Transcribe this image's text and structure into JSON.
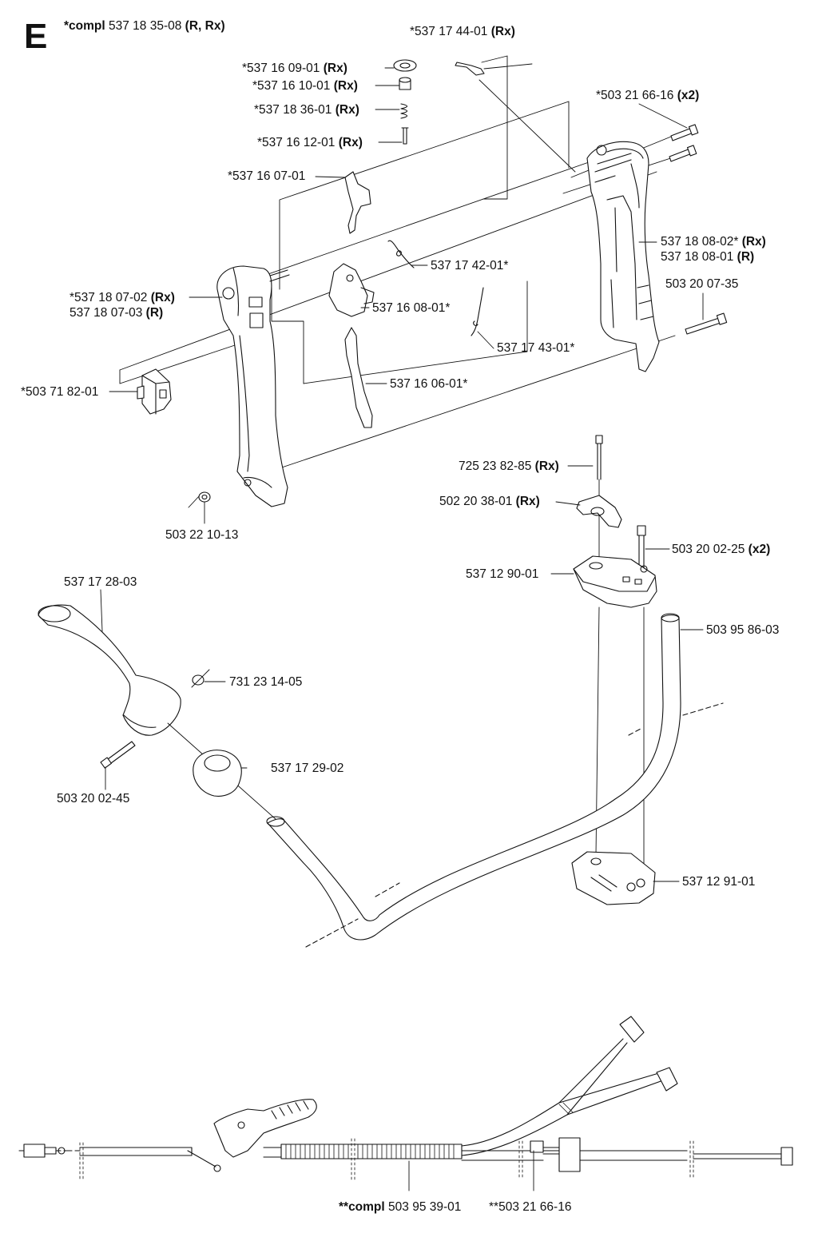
{
  "section": "E",
  "title": {
    "prefix": "*compl",
    "number": "537 18 35-08",
    "suffix": "(R, Rx)"
  },
  "parts": [
    {
      "id": "p01",
      "pre": "*",
      "num": "537 17 44-01",
      "suf": "(Rx)"
    },
    {
      "id": "p02",
      "pre": "*",
      "num": "537 16 09-01",
      "suf": "(Rx)"
    },
    {
      "id": "p03",
      "pre": "*",
      "num": "537 16 10-01",
      "suf": "(Rx)"
    },
    {
      "id": "p04",
      "pre": "*",
      "num": "537 18 36-01",
      "suf": "(Rx)"
    },
    {
      "id": "p05",
      "pre": "*",
      "num": "537 16 12-01",
      "suf": "(Rx)"
    },
    {
      "id": "p06",
      "pre": "*",
      "num": "503 21 66-16",
      "suf": "(x2)"
    },
    {
      "id": "p07",
      "pre": "*",
      "num": "537 16 07-01",
      "suf": ""
    },
    {
      "id": "p08",
      "pre": "",
      "num": "537 18 08-02*",
      "suf": "(Rx)"
    },
    {
      "id": "p09",
      "pre": "",
      "num": "537 18 08-01",
      "suf": "(R)"
    },
    {
      "id": "p10",
      "pre": "",
      "num": "537 17 42-01*",
      "suf": ""
    },
    {
      "id": "p11",
      "pre": "*",
      "num": "537 18 07-02",
      "suf": "(Rx)"
    },
    {
      "id": "p12",
      "pre": "",
      "num": "537 18 07-03",
      "suf": "(R)"
    },
    {
      "id": "p13",
      "pre": "",
      "num": "537 16 08-01*",
      "suf": ""
    },
    {
      "id": "p14",
      "pre": "",
      "num": "503 20 07-35",
      "suf": ""
    },
    {
      "id": "p15",
      "pre": "",
      "num": "537 17 43-01*",
      "suf": ""
    },
    {
      "id": "p16",
      "pre": "*",
      "num": "503 71 82-01",
      "suf": ""
    },
    {
      "id": "p17",
      "pre": "",
      "num": "537 16 06-01*",
      "suf": ""
    },
    {
      "id": "p18",
      "pre": "",
      "num": "725 23 82-85",
      "suf": "(Rx)"
    },
    {
      "id": "p19",
      "pre": "",
      "num": "502 20 38-01",
      "suf": "(Rx)"
    },
    {
      "id": "p20",
      "pre": "",
      "num": "503 22 10-13",
      "suf": ""
    },
    {
      "id": "p21",
      "pre": "",
      "num": "503 20 02-25",
      "suf": "(x2)"
    },
    {
      "id": "p22",
      "pre": "",
      "num": "537 12 90-01",
      "suf": ""
    },
    {
      "id": "p23",
      "pre": "",
      "num": "537 17 28-03",
      "suf": ""
    },
    {
      "id": "p24",
      "pre": "",
      "num": "503 95 86-03",
      "suf": ""
    },
    {
      "id": "p25",
      "pre": "",
      "num": "731 23 14-05",
      "suf": ""
    },
    {
      "id": "p26",
      "pre": "",
      "num": "537 17 29-02",
      "suf": ""
    },
    {
      "id": "p27",
      "pre": "",
      "num": "503 20 02-45",
      "suf": ""
    },
    {
      "id": "p28",
      "pre": "",
      "num": "537 12 91-01",
      "suf": ""
    },
    {
      "id": "p29",
      "pre": "**compl",
      "num": "503 95 39-01",
      "suf": ""
    },
    {
      "id": "p30",
      "pre": "**",
      "num": "503 21 66-16",
      "suf": ""
    }
  ]
}
